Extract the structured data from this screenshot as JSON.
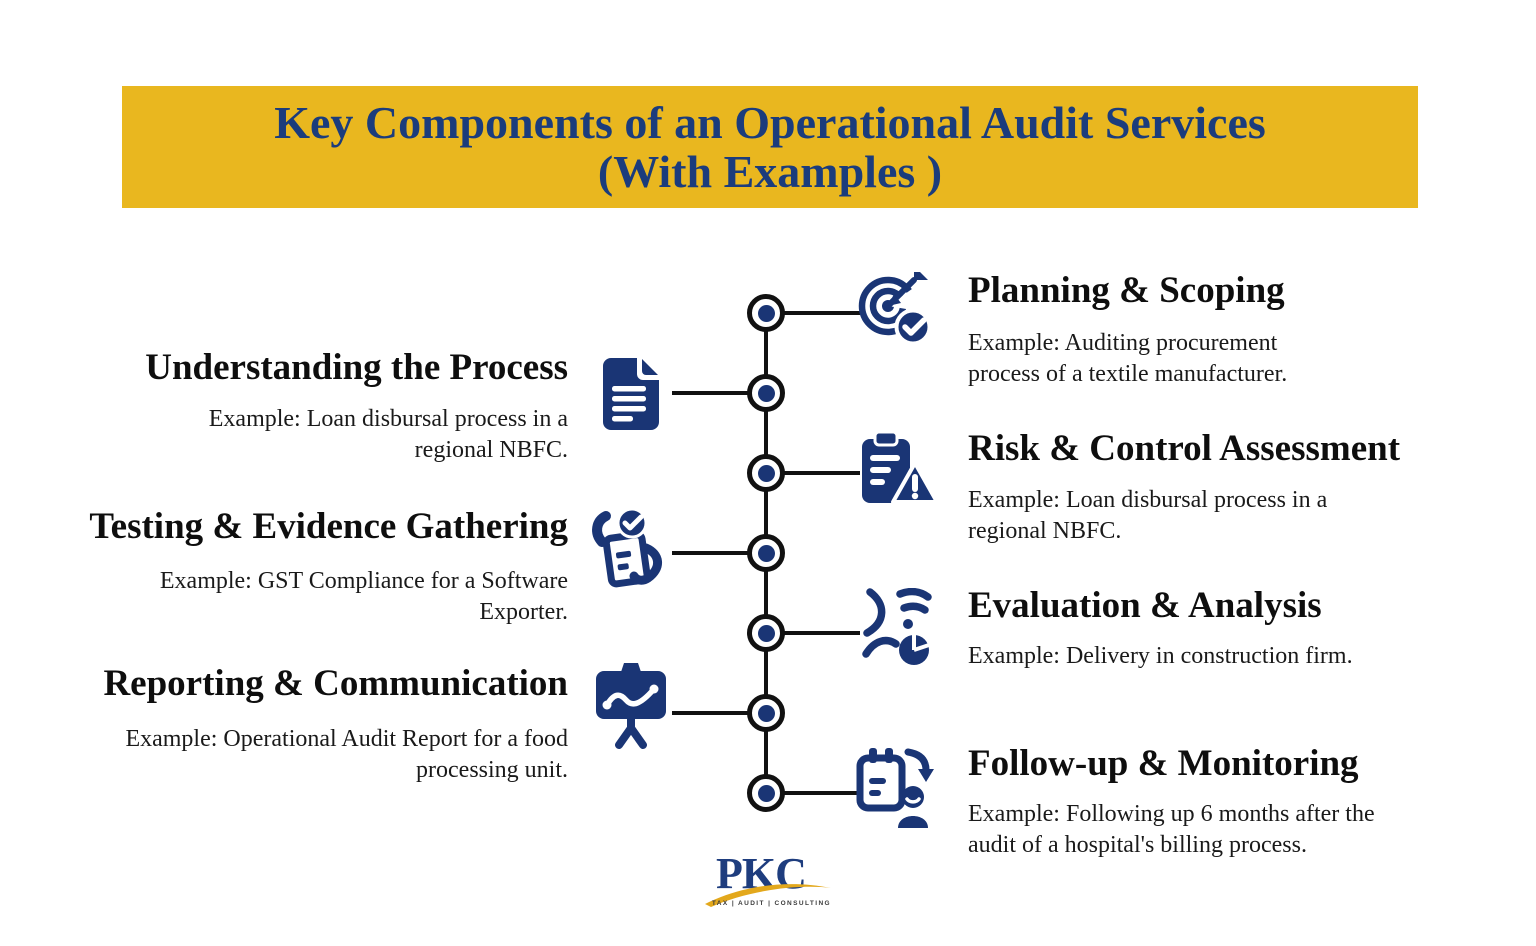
{
  "banner": {
    "title_line1": "Key Components of an Operational Audit Services",
    "title_line2": "(With Examples )",
    "background_color": "#E9B71F",
    "text_color": "#1B3C7C"
  },
  "left_items": [
    {
      "title": "Understanding the Process",
      "example": "Example: Loan disbursal process in a regional NBFC.",
      "icon": "document-icon"
    },
    {
      "title": "Testing & Evidence Gathering",
      "example": "Example: GST Compliance for a Software Exporter.",
      "icon": "checklist-check-icon"
    },
    {
      "title": "Reporting & Communication",
      "example": "Example: Operational Audit Report for a food processing unit.",
      "icon": "presentation-chart-icon"
    }
  ],
  "right_items": [
    {
      "title": "Planning & Scoping",
      "example": "Example: Auditing procurement process of a textile manufacturer.",
      "icon": "target-check-icon"
    },
    {
      "title": "Risk & Control Assessment",
      "example": "Example: Loan disbursal process in a regional NBFC.",
      "icon": "clipboard-warning-icon"
    },
    {
      "title": "Evaluation & Analysis",
      "example": "Example: Delivery in construction firm.",
      "icon": "analysis-pie-icon"
    },
    {
      "title": "Follow-up & Monitoring",
      "example": "Example: Following up 6 months after the audit of a hospital's billing process.",
      "icon": "clipboard-person-arrow-icon"
    }
  ],
  "timeline": {
    "node_count": 7,
    "node_dot_color": "#1A3575",
    "line_color": "#111111"
  },
  "icon_color": "#1A3575",
  "logo": {
    "name": "PKC",
    "tagline": "TAX | AUDIT | CONSULTING",
    "name_color": "#1E3D7E",
    "swoosh_color": "#E3A81C"
  }
}
